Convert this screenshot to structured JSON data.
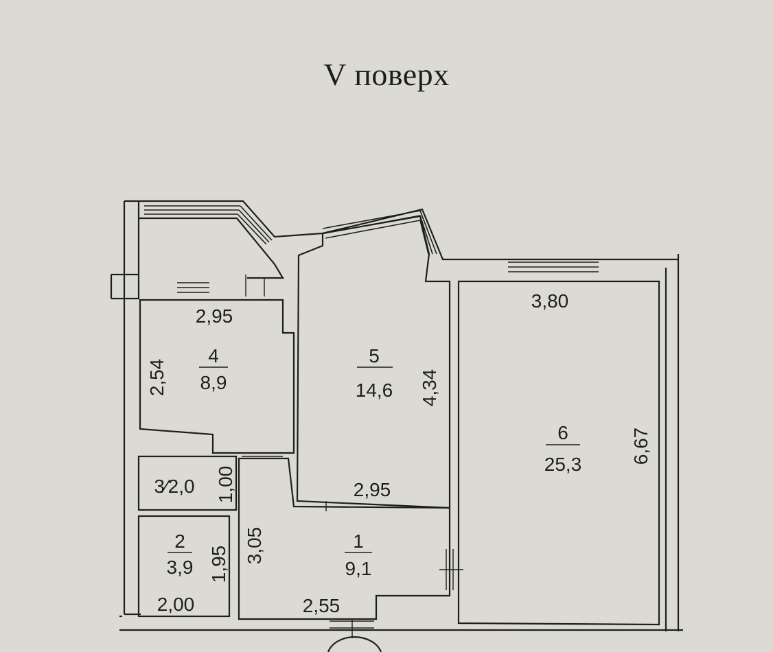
{
  "title": "V поверх",
  "rooms": [
    {
      "number": "1",
      "area": "9,1"
    },
    {
      "number": "2",
      "area": "3,9"
    },
    {
      "label": "3⁄2,0"
    },
    {
      "number": "4",
      "area": "8,9"
    },
    {
      "number": "5",
      "area": "14,6"
    },
    {
      "number": "6",
      "area": "25,3"
    }
  ],
  "dimensions": {
    "room4_width": "2,95",
    "room4_height": "2,54",
    "room5_height": "4,34",
    "room5_width": "2,95",
    "room6_width": "3,80",
    "room6_height": "6,67",
    "room3_height": "1,00",
    "room2_height": "1,95",
    "room2_width": "2,00",
    "room1_height": "3,05",
    "room1_width": "2,55"
  }
}
